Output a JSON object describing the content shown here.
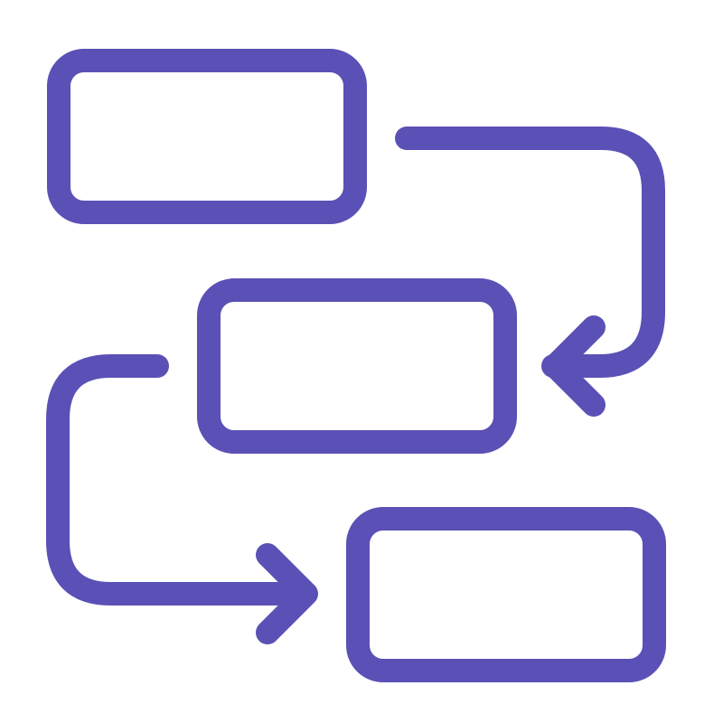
{
  "icon": {
    "name": "flowchart-icon",
    "stroke_color": "#5b50b5",
    "background_color": "#ffffff",
    "boxes": [
      {
        "name": "top-box"
      },
      {
        "name": "middle-box"
      },
      {
        "name": "bottom-box"
      }
    ],
    "connectors": [
      {
        "name": "arrow-top-to-middle",
        "from": "top-box",
        "to": "middle-box"
      },
      {
        "name": "arrow-middle-to-bottom",
        "from": "middle-box",
        "to": "bottom-box"
      }
    ]
  }
}
